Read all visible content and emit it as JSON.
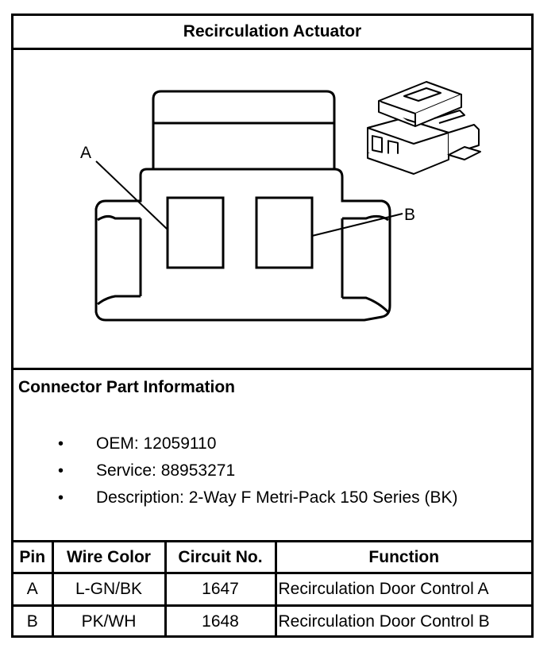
{
  "title": "Recirculation Actuator",
  "diagram": {
    "pin_labels": [
      "A",
      "B"
    ],
    "shapes": [
      "connector-face",
      "connector-isometric-icon"
    ]
  },
  "info": {
    "heading": "Connector Part Information",
    "items": [
      "OEM: 12059110",
      "Service: 88953271",
      "Description: 2-Way F Metri-Pack 150 Series (BK)"
    ],
    "bullet": "•"
  },
  "table": {
    "headers": [
      "Pin",
      "Wire Color",
      "Circuit No.",
      "Function"
    ],
    "rows": [
      [
        "A",
        "L-GN/BK",
        "1647",
        "Recirculation Door Control A"
      ],
      [
        "B",
        "PK/WH",
        "1648",
        "Recirculation Door Control B"
      ]
    ]
  }
}
